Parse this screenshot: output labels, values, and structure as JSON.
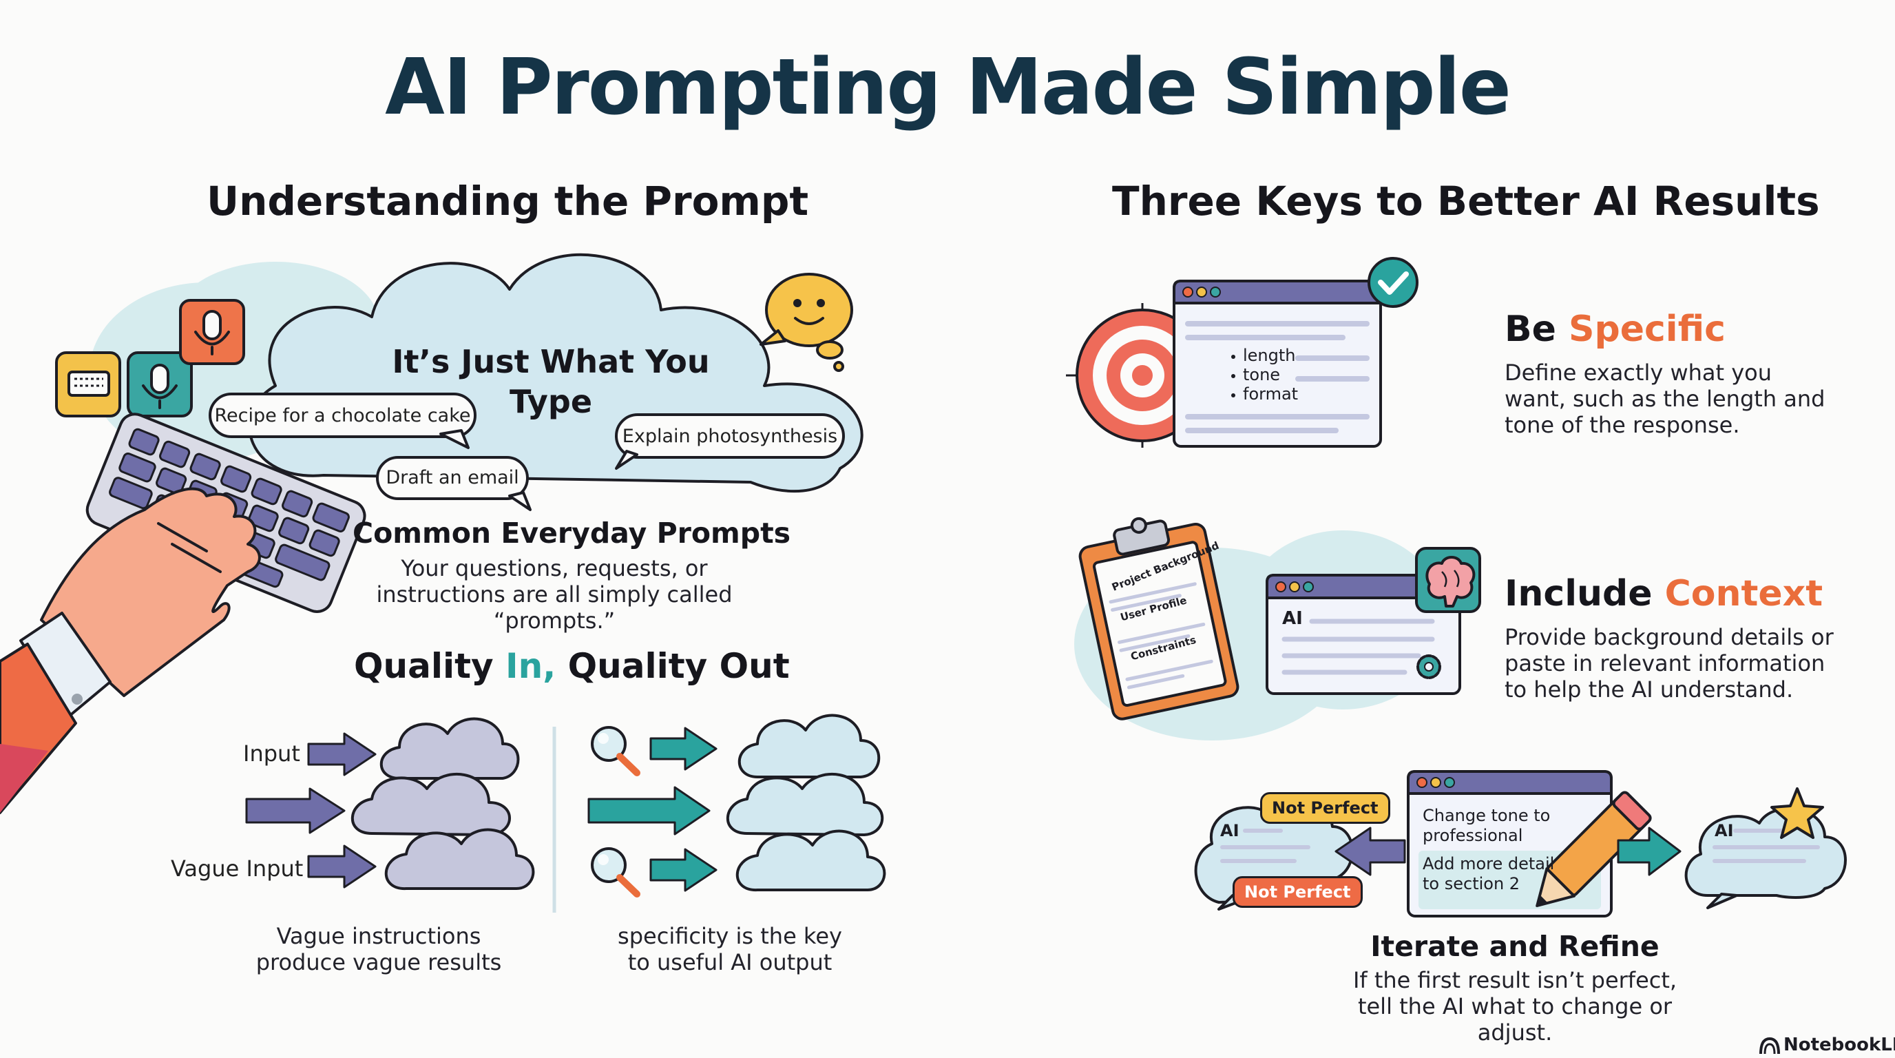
{
  "title": "AI Prompting Made Simple",
  "left": {
    "heading": "Understanding the Prompt",
    "cloud_title": "It’s Just What You Type",
    "prompts": [
      "Recipe for a chocolate cake",
      "Explain photosynthesis",
      "Draft an email"
    ],
    "common_heading": "Common Everyday Prompts",
    "common_body": "Your questions, requests, or instructions are all simply called “prompts.”",
    "quality_heading_pre": "Quality ",
    "quality_heading_in": "In,",
    "quality_heading_post": " Quality Out",
    "input_label": "Input",
    "vague_input_label": "Vague Input",
    "vague_caption": "Vague instructions produce vague results",
    "specific_caption": "specificity is the key to useful AI output"
  },
  "right": {
    "heading": "Three Keys to Better AI Results",
    "key1": {
      "heading_pre": "Be ",
      "heading_accent": "Specific",
      "body": "Define exactly what you want, such as the length and tone of the response.",
      "list": [
        "length",
        "tone",
        "format"
      ]
    },
    "key2": {
      "heading_pre": "Include ",
      "heading_accent": "Context",
      "body": "Provide background details or paste in relevant information to help the AI understand.",
      "clipboard": [
        "Project Background",
        "User Profile",
        "Constraints"
      ],
      "window_label": "AI"
    },
    "key3": {
      "heading": "Iterate and Refine",
      "body": "If the first result isn’t perfect, tell the AI what to change or adjust.",
      "badge1": "Not Perfect",
      "badge2": "Not Perfect",
      "ai_label_left": "AI",
      "ai_label_right": "AI",
      "edit_line1": "Change tone to professional",
      "edit_line2": "Add more detail to section 2"
    }
  },
  "brand": "NotebookLM",
  "colors": {
    "title": "#153447",
    "accent_orange": "#ea6d3b",
    "accent_teal": "#2aa39e",
    "purple": "#6f6ea8",
    "cloud_blue": "#cfe6ee"
  }
}
